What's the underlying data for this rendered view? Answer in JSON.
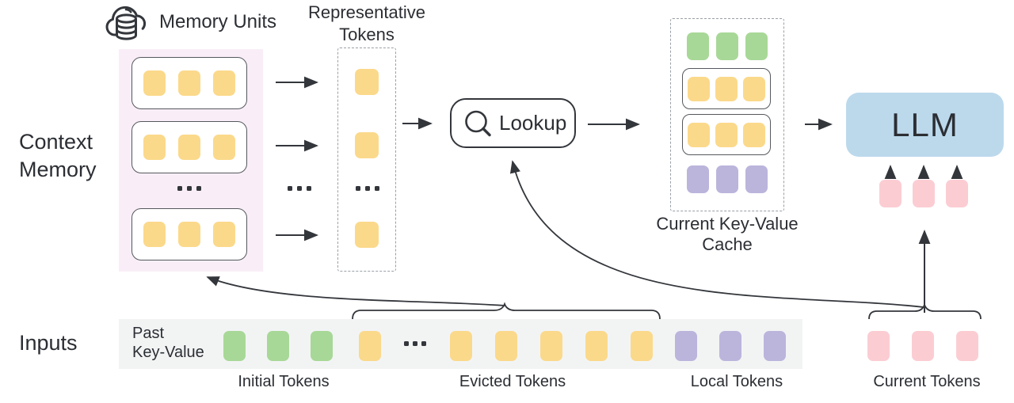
{
  "colors": {
    "token-yellow": "#FBD98B",
    "token-green": "#A8D897",
    "token-purple": "#BBB5DC",
    "token-pink": "#FBCDD3",
    "llm-blue": "#BCD9EC",
    "memory-bg": "#F9EEF7",
    "strip-bg": "#F2F4F4",
    "ink": "#33363B",
    "text": "#2B2E33",
    "dash-border": "#9AA0A6",
    "box-border": "#55585D"
  },
  "memory": {
    "title": "Memory Units",
    "side_label": "Context\nMemory"
  },
  "representative": {
    "title": "Representative\nTokens"
  },
  "lookup": {
    "label": "Lookup"
  },
  "cache": {
    "title": "Current Key-Value\nCache"
  },
  "llm": {
    "label": "LLM"
  },
  "inputs": {
    "side_label": "Inputs",
    "strip_label": "Past\nKey-Value",
    "groups": [
      {
        "label": "Initial Tokens"
      },
      {
        "label": "Evicted Tokens"
      },
      {
        "label": "Local Tokens"
      },
      {
        "label": "Current Tokens"
      }
    ]
  },
  "token_groups": {
    "mem1": {
      "color": "yellow",
      "count": 3
    },
    "mem2": {
      "color": "yellow",
      "count": 3
    },
    "mem3": {
      "color": "yellow",
      "count": 3
    },
    "rep1": {
      "color": "yellow",
      "count": 1
    },
    "rep2": {
      "color": "yellow",
      "count": 1
    },
    "rep3": {
      "color": "yellow",
      "count": 1
    },
    "cacheGreen": {
      "color": "green",
      "count": 3
    },
    "cacheYellow1": {
      "color": "yellow",
      "count": 3
    },
    "cacheYellow2": {
      "color": "yellow",
      "count": 3
    },
    "cachePurple": {
      "color": "purple",
      "count": 3
    },
    "underLlm": {
      "color": "pink",
      "count": 3
    },
    "stripGreen": {
      "color": "green",
      "count": 3
    },
    "stripYellowA": {
      "color": "yellow",
      "count": 1
    },
    "stripYellowB": {
      "color": "yellow",
      "count": 5
    },
    "stripPurple": {
      "color": "purple",
      "count": 3
    },
    "stripPink": {
      "color": "pink",
      "count": 3
    }
  }
}
